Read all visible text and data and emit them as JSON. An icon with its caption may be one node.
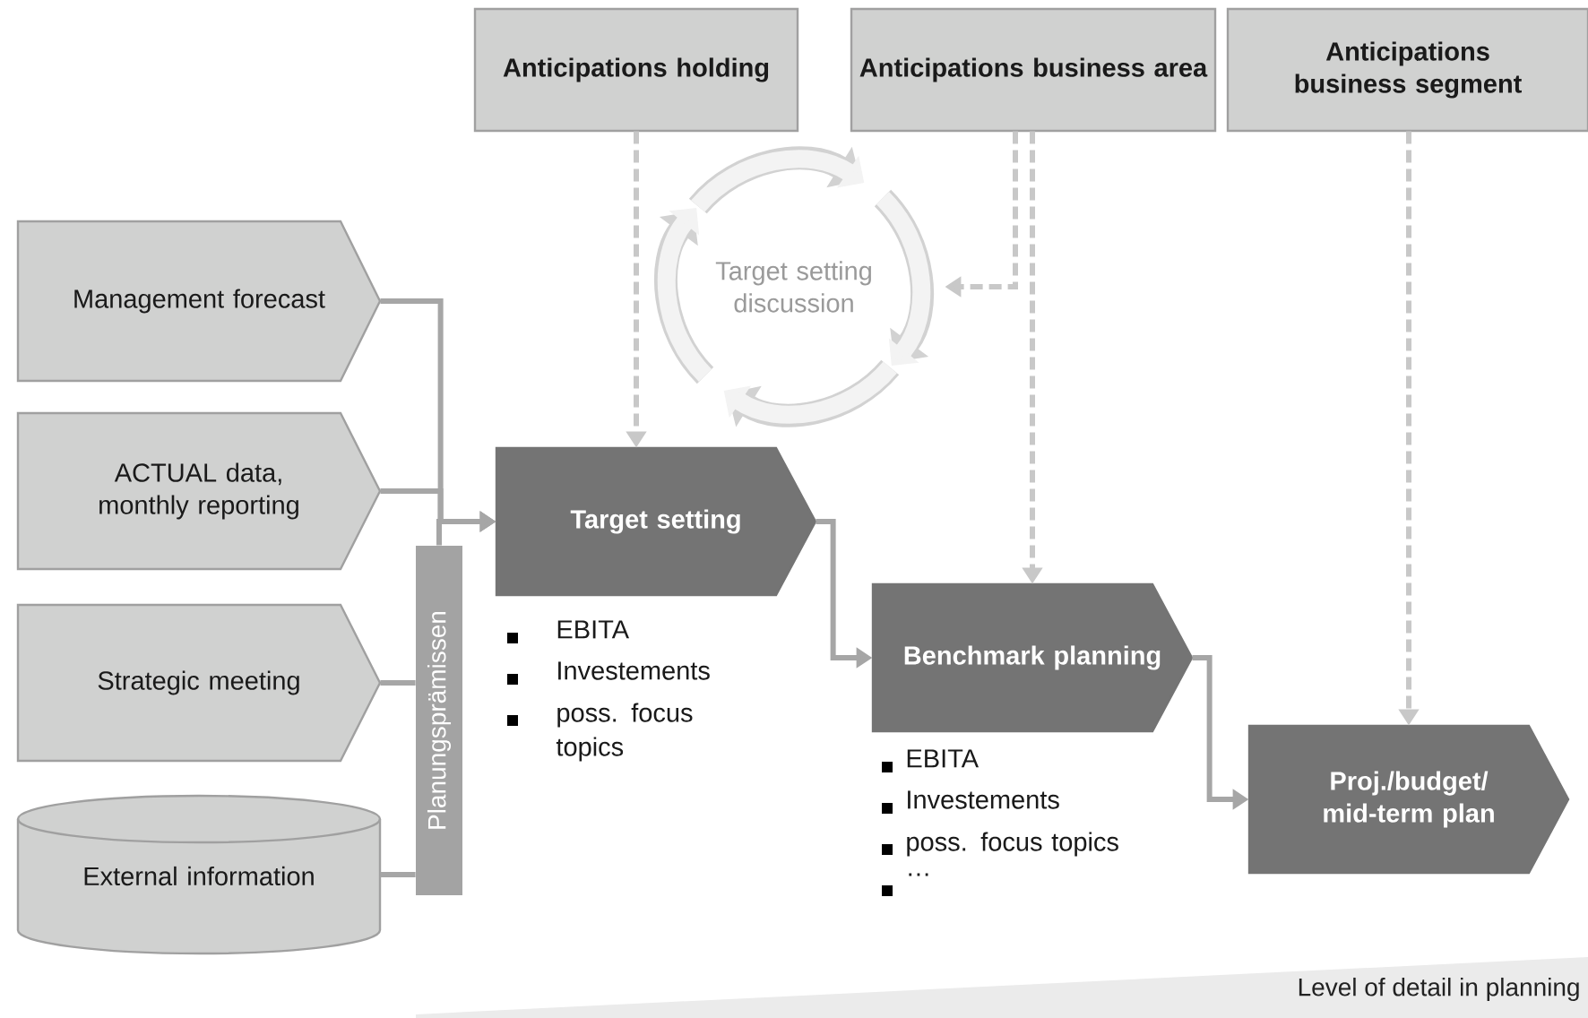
{
  "diagram": {
    "nodes": [
      {
        "text": [
          "Anticipations holding"
        ]
      },
      {
        "text": [
          "Anticipations business area"
        ]
      },
      {
        "text": [
          "Anticipations business segment"
        ]
      },
      {
        "text": [
          "Target setting discussion"
        ]
      },
      {
        "text": [
          "Management forecast"
        ]
      },
      {
        "text": [
          "ACTUAL data, monthly reporting"
        ]
      },
      {
        "text": [
          "Strategic meeting"
        ]
      },
      {
        "text": [
          "External information"
        ]
      },
      {
        "text": [
          "Planungsprämissen"
        ]
      },
      {
        "text": [
          "Target setting"
        ],
        "beside": [
          "EBITA",
          "Investements",
          "poss. focus topics"
        ]
      },
      {
        "text": [
          "Benchmark planning"
        ],
        "beside": [
          "EBITA",
          "Investements",
          "poss. focus topics",
          "…"
        ]
      },
      {
        "text": [
          "Proj./budget/ mid-term plan"
        ]
      }
    ],
    "edges": [
      {
        "from": 0,
        "to": 9,
        "arrow": "to",
        "style": "dashed",
        "color": "#c8c8c8"
      },
      {
        "from": 1,
        "to": 3,
        "arrow": "to",
        "style": "dashed",
        "color": "#c8c8c8"
      },
      {
        "from": 1,
        "to": 10,
        "arrow": "to",
        "style": "dashed",
        "color": "#c8c8c8"
      },
      {
        "from": 2,
        "to": 11,
        "arrow": "to",
        "style": "dashed",
        "color": "#c8c8c8"
      },
      {
        "from": 4,
        "to": 9,
        "arrow": "to"
      },
      {
        "from": 5,
        "to": 9,
        "arrow": "to"
      },
      {
        "from": 6,
        "to": 8,
        "arrow": "none"
      },
      {
        "from": 7,
        "to": 8,
        "arrow": "none"
      },
      {
        "from": 8,
        "to": 9,
        "arrow": "to"
      },
      {
        "from": 9,
        "to": 10,
        "arrow": "to"
      },
      {
        "from": 10,
        "to": 11,
        "arrow": "to"
      }
    ],
    "labels": [
      "Level of detail in planning"
    ]
  }
}
